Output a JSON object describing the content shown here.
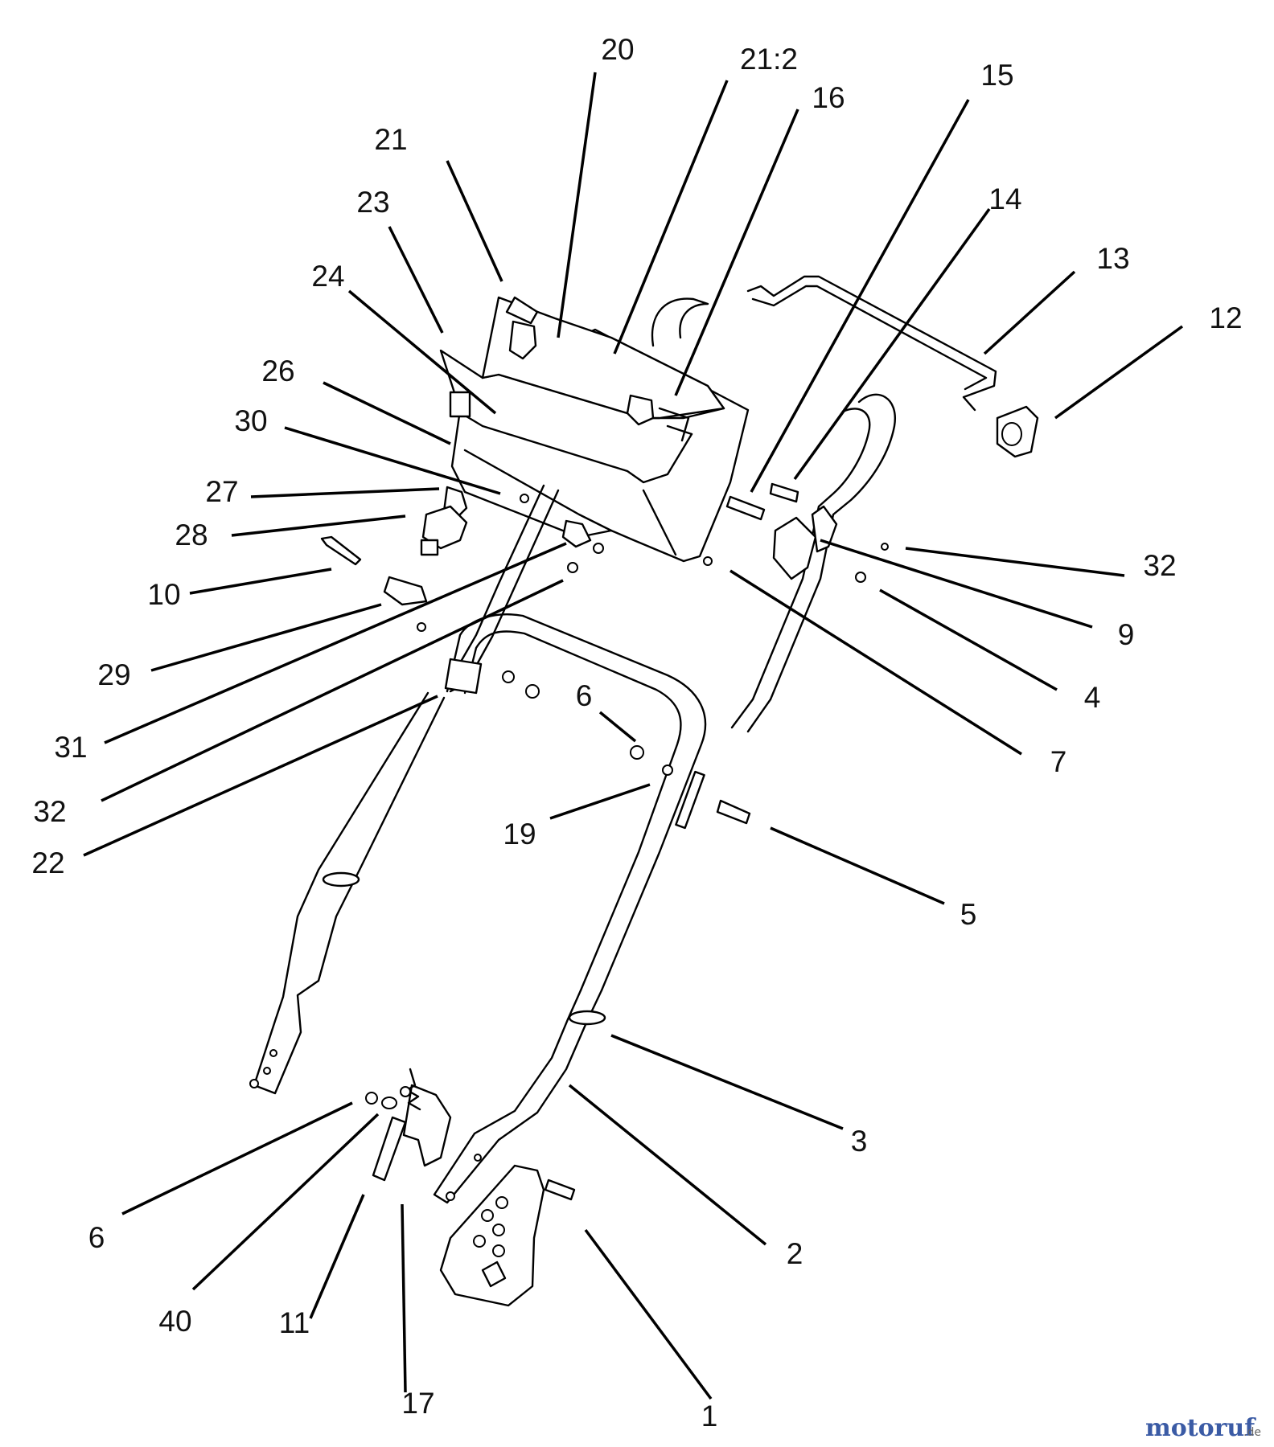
{
  "callouts": [
    {
      "id": "c20",
      "label": "20"
    },
    {
      "id": "c21-2",
      "label": "21:2"
    },
    {
      "id": "c16",
      "label": "16"
    },
    {
      "id": "c15",
      "label": "15"
    },
    {
      "id": "c21",
      "label": "21"
    },
    {
      "id": "c14",
      "label": "14"
    },
    {
      "id": "c23",
      "label": "23"
    },
    {
      "id": "c13",
      "label": "13"
    },
    {
      "id": "c24",
      "label": "24"
    },
    {
      "id": "c12",
      "label": "12"
    },
    {
      "id": "c26",
      "label": "26"
    },
    {
      "id": "c30",
      "label": "30"
    },
    {
      "id": "c27",
      "label": "27"
    },
    {
      "id": "c28",
      "label": "28"
    },
    {
      "id": "c32-right",
      "label": "32"
    },
    {
      "id": "c10",
      "label": "10"
    },
    {
      "id": "c9",
      "label": "9"
    },
    {
      "id": "c29",
      "label": "29"
    },
    {
      "id": "c4",
      "label": "4"
    },
    {
      "id": "c6-upper",
      "label": "6"
    },
    {
      "id": "c31",
      "label": "31"
    },
    {
      "id": "c7",
      "label": "7"
    },
    {
      "id": "c32-left",
      "label": "32"
    },
    {
      "id": "c19",
      "label": "19"
    },
    {
      "id": "c22",
      "label": "22"
    },
    {
      "id": "c5",
      "label": "5"
    },
    {
      "id": "c3",
      "label": "3"
    },
    {
      "id": "c2",
      "label": "2"
    },
    {
      "id": "c6-lower",
      "label": "6"
    },
    {
      "id": "c40",
      "label": "40"
    },
    {
      "id": "c11",
      "label": "11"
    },
    {
      "id": "c17",
      "label": "17"
    },
    {
      "id": "c1",
      "label": "1"
    }
  ],
  "watermark": {
    "brand": "motoruf",
    "suffix": ".de"
  },
  "colors": {
    "line": "#000000",
    "text": "#111111",
    "background": "#ffffff",
    "watermark_blue": "#3b5ba5",
    "watermark_green": "#6aa84f",
    "watermark_orange": "#e69138"
  }
}
